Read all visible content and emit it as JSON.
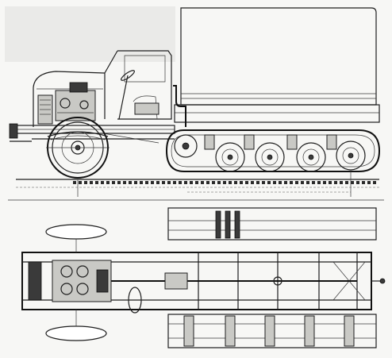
{
  "drawing": {
    "views": [
      "side-elevation",
      "plan-view"
    ],
    "subject": "half-track-vehicle-chassis",
    "colors": {
      "paper": "#f7f7f5",
      "ink": "#1e1e1e",
      "shade": "#c9c9c5"
    }
  }
}
